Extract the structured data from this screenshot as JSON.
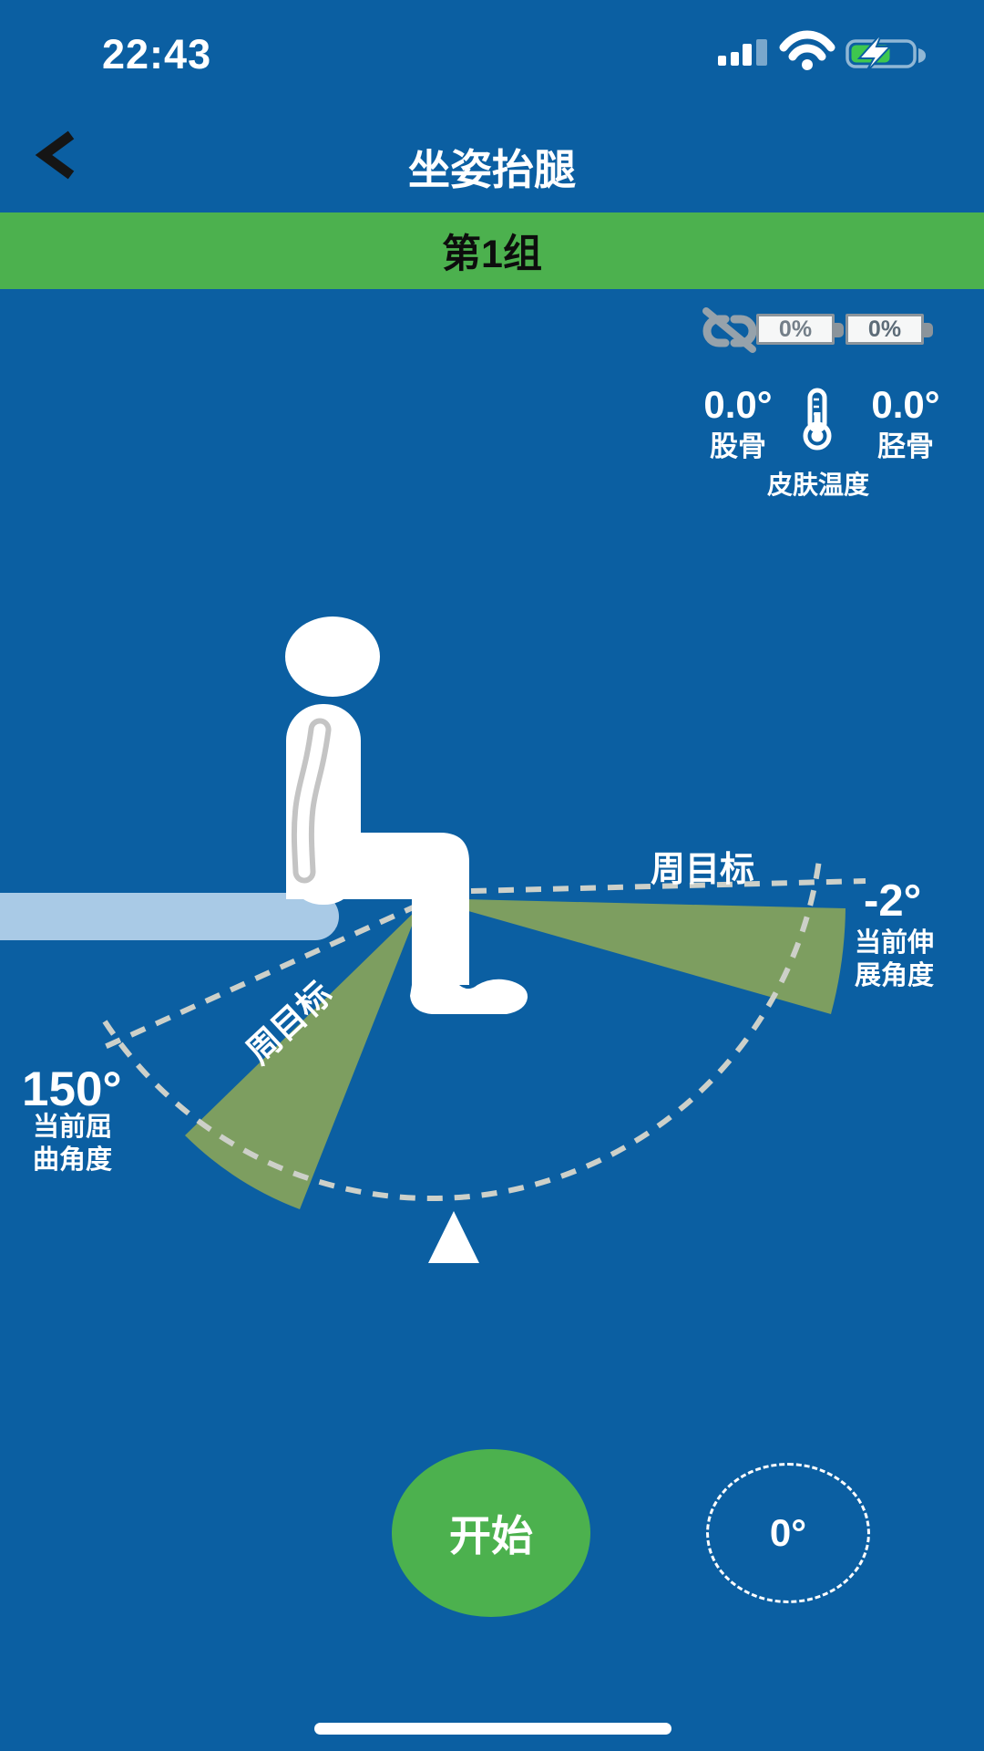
{
  "status_bar": {
    "time": "22:43",
    "signal_icon": "cellular-signal-3of4",
    "wifi_icon": "wifi-full",
    "battery_icon": "battery-charging"
  },
  "header": {
    "back_icon": "chevron-left",
    "title": "坐姿抬腿"
  },
  "set_banner": {
    "label": "第1组"
  },
  "sensors": {
    "link_icon": "broken-link",
    "batteries": [
      {
        "level": "0%"
      },
      {
        "level": "0%"
      }
    ],
    "femur": {
      "value": "0.0°",
      "label": "股骨"
    },
    "tibia": {
      "value": "0.0°",
      "label": "胫骨"
    },
    "thermometer_icon": "thermometer",
    "skin_temp_label": "皮肤温度"
  },
  "gauge": {
    "extension_goal_label": "周目标",
    "flexion_goal_label": "周目标",
    "extension": {
      "value": "-2°",
      "label": "当前伸展角度"
    },
    "flexion": {
      "value": "150°",
      "label": "当前屈曲角度"
    }
  },
  "controls": {
    "start_label": "开始",
    "current_angle": "0°"
  },
  "colors": {
    "background_blue": "#0B5FA2",
    "banner_green": "#4CB14E",
    "wedge_olive": "#7D9E60",
    "bench_blue": "#A9CAE6",
    "dash_gray": "#CDD0C9",
    "charge_green": "#3EC74F"
  }
}
